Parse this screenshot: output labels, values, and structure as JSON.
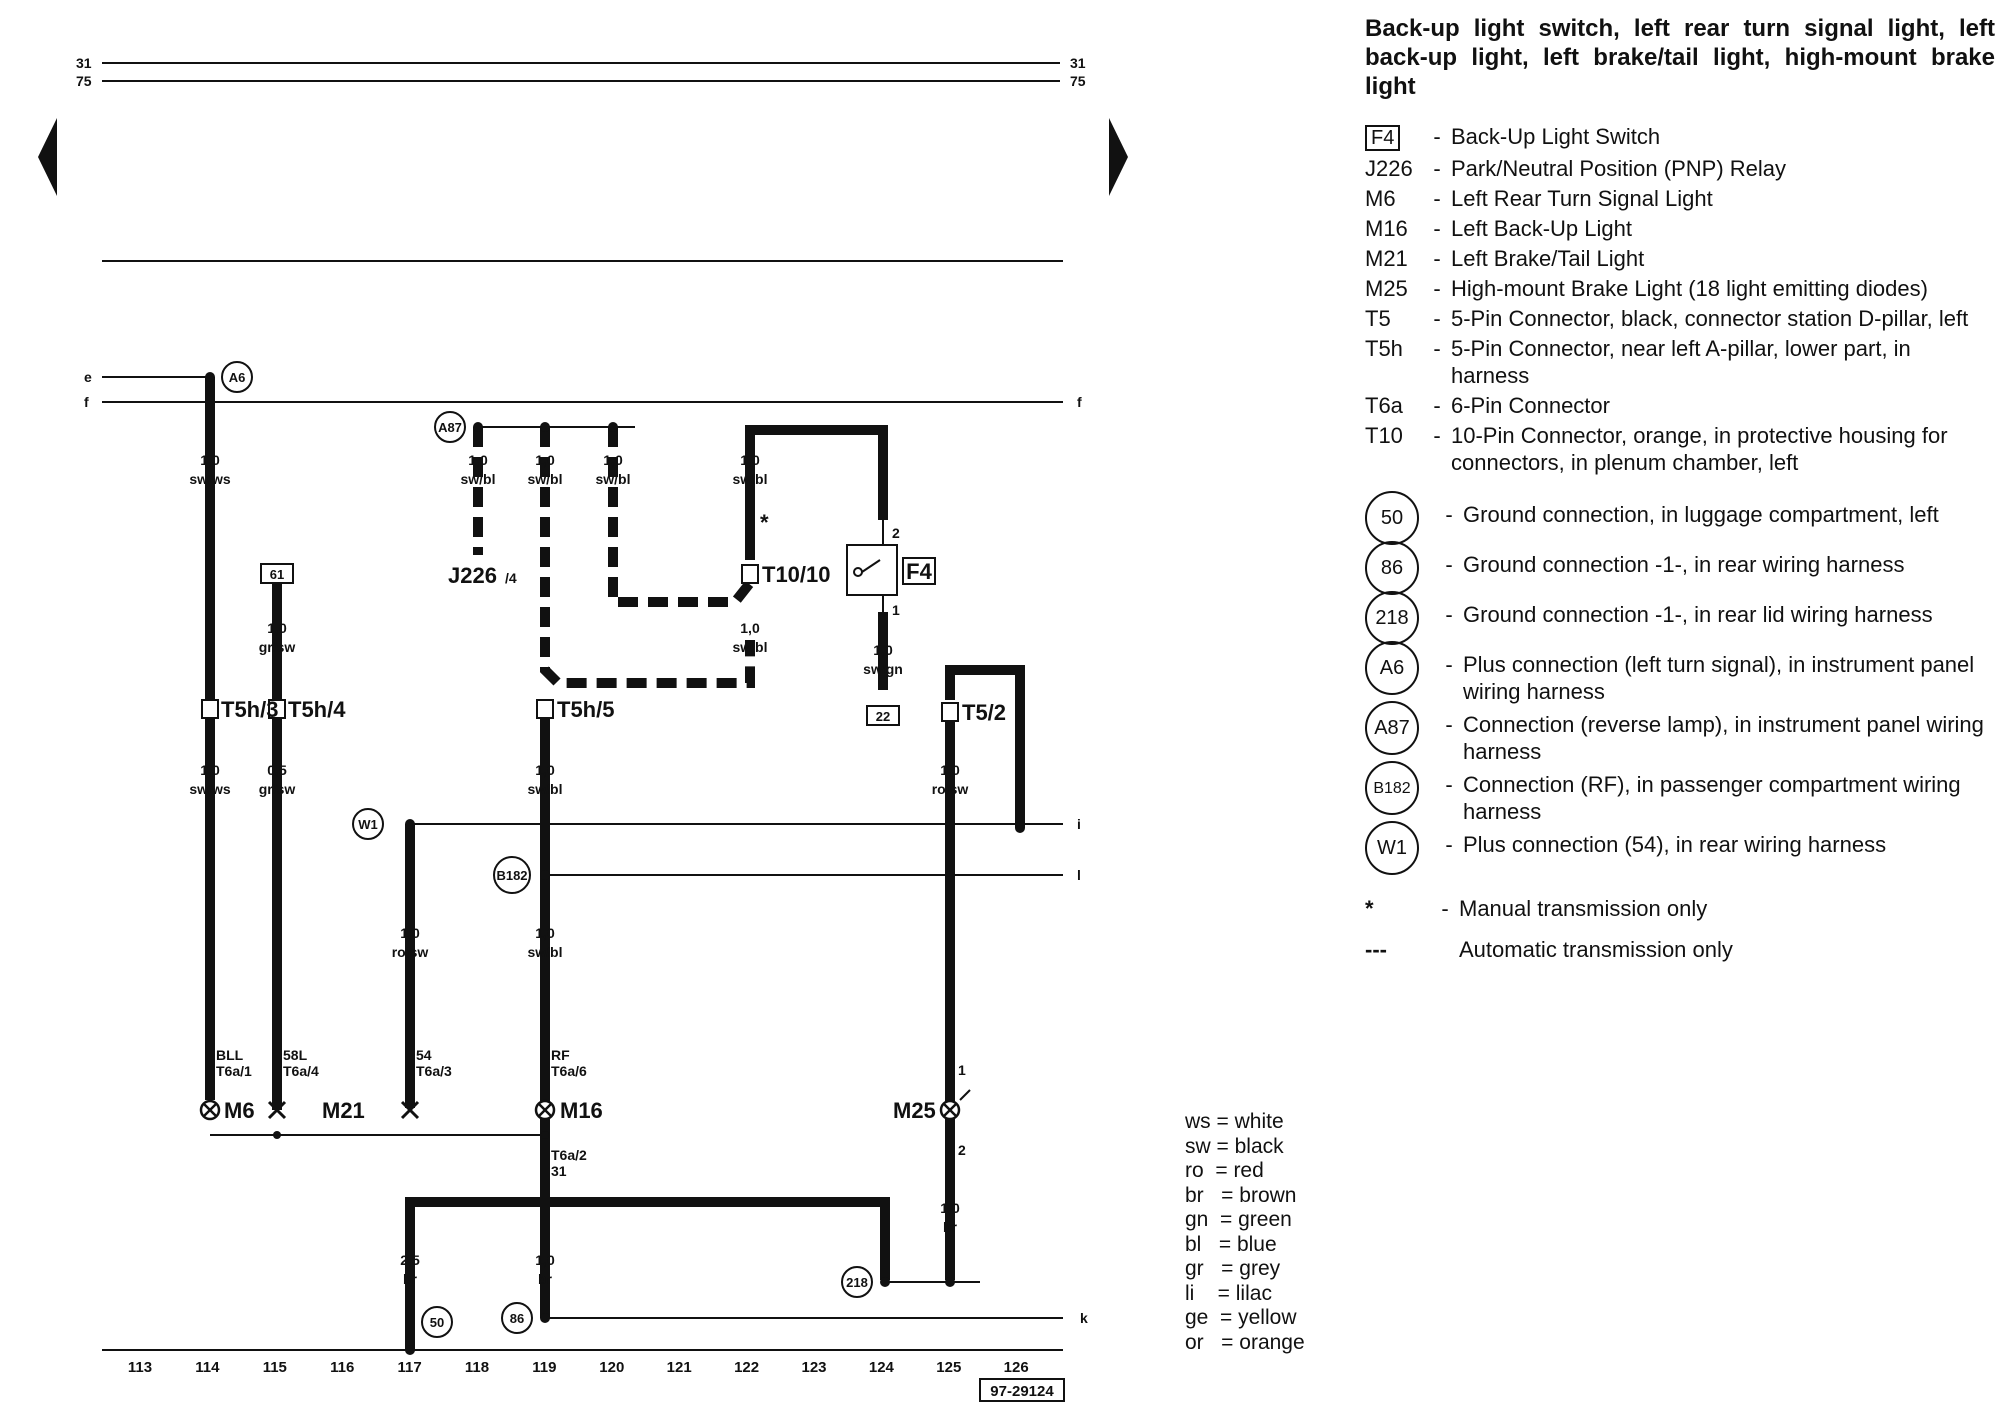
{
  "diagram": {
    "potential_lines": {
      "top_31": "31",
      "top_75": "75",
      "e": "e",
      "f": "f",
      "i": "i",
      "l": "l",
      "k": "k"
    },
    "nodes": {
      "a6": "A6",
      "a87": "A87",
      "w1": "W1",
      "b182": "B182",
      "g218": "218",
      "g50": "50",
      "g86": "86"
    },
    "boxes": {
      "b61": "61",
      "b22": "22",
      "f4": "F4"
    },
    "wires": {
      "w114a": [
        "1,0",
        "sw/ws"
      ],
      "w114b": [
        "1,0",
        "sw/ws"
      ],
      "w115a": [
        "1,0",
        "gr/sw"
      ],
      "w115b": [
        "0,5",
        "gr/sw"
      ],
      "w117": [
        "1,0",
        "ro/sw"
      ],
      "w117b": [
        "2,5",
        "br"
      ],
      "w118": [
        "1,0",
        "sw/bl"
      ],
      "w119a": [
        "1,0",
        "sw/bl"
      ],
      "w119b": [
        "1,0",
        "sw/bl"
      ],
      "w119c": [
        "1,0",
        "sw/bl"
      ],
      "w119d": [
        "1,0",
        "br"
      ],
      "w120": [
        "1,0",
        "sw/bl"
      ],
      "w122a": [
        "1,0",
        "sw/bl"
      ],
      "w122b": [
        "1,0",
        "sw/bl"
      ],
      "w124": [
        "1,0",
        "sw/gn"
      ],
      "w125a": [
        "1,0",
        "ro/sw"
      ],
      "w125b": [
        "1,0",
        "br"
      ]
    },
    "labels": {
      "j226": "J226",
      "j226_pin": "/4",
      "t10": "T10/10",
      "t5h3": "T5h/3",
      "t5h4": "T5h/4",
      "t5h5": "T5h/5",
      "t52": "T5/2",
      "bll": "BLL",
      "t6a1": "T6a/1",
      "l58": "58L",
      "t6a4": "T6a/4",
      "l54": "54",
      "t6a3": "T6a/3",
      "rf": "RF",
      "t6a6": "T6a/6",
      "m6": "M6",
      "m21": "M21",
      "m16": "M16",
      "m25": "M25",
      "t6a2": "T6a/2",
      "n31": "31",
      "pin1": "1",
      "pin2": "2",
      "star": "*",
      "f4pin2": "2",
      "f4pin1": "1"
    },
    "columns": [
      "113",
      "114",
      "115",
      "116",
      "117",
      "118",
      "119",
      "120",
      "121",
      "122",
      "123",
      "124",
      "125",
      "126"
    ],
    "ref_code": "97-29124"
  },
  "legend": {
    "title": "Back-up light switch, left rear turn signal light, left back-up light, left brake/tail light, high-mount brake light",
    "components": [
      {
        "code": "F4",
        "boxed": true,
        "text": "Back-Up Light Switch"
      },
      {
        "code": "J226",
        "text": "Park/Neutral Position (PNP) Relay"
      },
      {
        "code": "M6",
        "text": "Left Rear Turn Signal Light"
      },
      {
        "code": "M16",
        "text": "Left Back-Up Light"
      },
      {
        "code": "M21",
        "text": "Left Brake/Tail Light"
      },
      {
        "code": "M25",
        "text": "High-mount Brake Light (18 light emitting diodes)"
      },
      {
        "code": "T5",
        "text": "5-Pin Connector, black, connector station D-pillar, left"
      },
      {
        "code": "T5h",
        "text": "5-Pin Connector, near left A-pillar, lower part, in harness"
      },
      {
        "code": "T6a",
        "text": "6-Pin Connector"
      },
      {
        "code": "T10",
        "text": "10-Pin Connector, orange, in protective housing for connectors, in plenum chamber, left"
      }
    ],
    "grounds": [
      {
        "code": "50",
        "text": "Ground connection, in luggage compartment, left"
      },
      {
        "code": "86",
        "text": "Ground connection -1-, in rear wiring harness"
      },
      {
        "code": "218",
        "text": "Ground connection -1-, in rear lid wiring harness"
      },
      {
        "code": "A6",
        "text": "Plus connection (left turn signal), in instrument panel wiring harness"
      },
      {
        "code": "A87",
        "text": "Connection (reverse lamp), in instrument panel wiring harness"
      },
      {
        "code": "B182",
        "text": "Connection (RF), in passenger compartment wiring harness"
      },
      {
        "code": "W1",
        "text": "Plus connection (54), in rear wiring harness"
      }
    ],
    "notes": [
      {
        "symbol": "*",
        "text": "Manual transmission only"
      },
      {
        "symbol": "---",
        "text": "Automatic transmission only"
      }
    ]
  },
  "color_key": [
    "ws = white",
    "sw = black",
    "ro  = red",
    "br   = brown",
    "gn  = green",
    "bl   = blue",
    "gr   = grey",
    "li    = lilac",
    "ge  = yellow",
    "or   = orange"
  ]
}
